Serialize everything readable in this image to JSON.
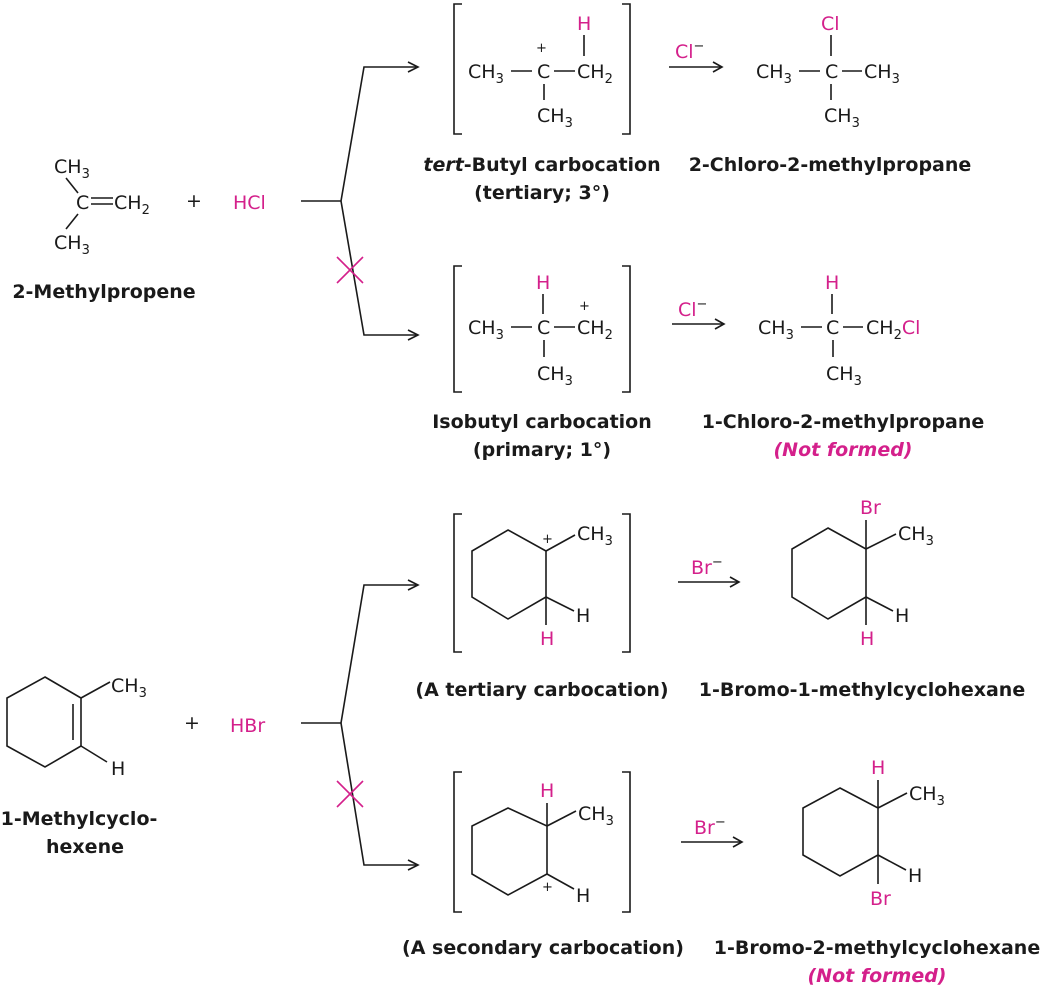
{
  "colors": {
    "ink": "#1a1a1a",
    "accent": "#d4208b"
  },
  "atoms": {
    "CH": "CH",
    "C": "C",
    "H": "H",
    "sub2": "2",
    "sub3": "3",
    "plus": "+",
    "minus": "−"
  },
  "reagents": {
    "plus": "+",
    "HCl": "HCl",
    "HBr": "HBr",
    "Cl_minus": "Cl",
    "Br_minus": "Br",
    "Cl": "Cl",
    "Br": "Br"
  },
  "labels": {
    "methylpropene": "2-Methylpropene",
    "tert_butyl_italic": "tert",
    "tert_butyl_rest": "-Butyl carbocation",
    "tertiary_3": "(tertiary; 3°)",
    "chloro_2": "2-Chloro-2-methylpropane",
    "isobutyl": "Isobutyl carbocation",
    "primary_1": "(primary; 1°)",
    "chloro_1": "1-Chloro-2-methylpropane",
    "not_formed_1": "(Not formed)",
    "methylcyclohexene_1": "1-Methylcyclo-",
    "methylcyclohexene_2": "hexene",
    "tertiary_carbocation": "(A tertiary carbocation)",
    "bromo_1_1": "1-Bromo-1-methylcyclohexane",
    "secondary_carbocation": "(A secondary carbocation)",
    "bromo_1_2": "1-Bromo-2-methylcyclohexane",
    "not_formed_2": "(Not formed)"
  }
}
